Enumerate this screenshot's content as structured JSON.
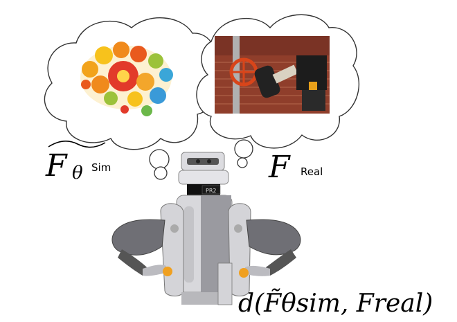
{
  "labels": {
    "sim_function": "F",
    "sim_theta": "θ",
    "sim_subscript": "Sim",
    "real_function": "F",
    "real_subscript": "Real",
    "distance_formula": "d(F̃θsim, Freal)",
    "robot_badge": "PR2"
  },
  "icons": {
    "brain": "gear-brain-icon",
    "valve_photo": "robot-turning-valve-photo",
    "robot": "pr2-robot-icon"
  },
  "colors": {
    "outline": "#333333",
    "brick": "#9a4a34",
    "valve": "#d8451a",
    "robot_grey": "#9a9aa0",
    "robot_light": "#dcdce0"
  }
}
